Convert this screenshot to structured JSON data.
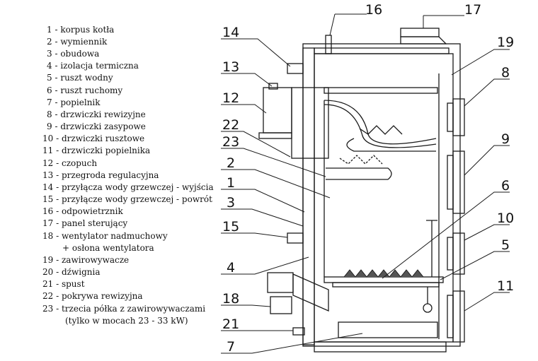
{
  "legend": {
    "items": [
      {
        "num": "1",
        "text": "korpus kotła"
      },
      {
        "num": "2",
        "text": "wymiennik"
      },
      {
        "num": "3",
        "text": "obudowa"
      },
      {
        "num": "4",
        "text": " izolacja termiczna"
      },
      {
        "num": "5",
        "text": "ruszt wodny"
      },
      {
        "num": "6",
        "text": "ruszt ruchomy"
      },
      {
        "num": "7",
        "text": "popielnik"
      },
      {
        "num": "8",
        "text": "drzwiczki rewizyjne"
      },
      {
        "num": "9",
        "text": "drzwiczki zasypowe"
      },
      {
        "num": "10",
        "text": "drzwiczki rusztowe"
      },
      {
        "num": "11",
        "text": "drzwiczki popielnika"
      },
      {
        "num": "12",
        "text": "czopuch"
      },
      {
        "num": "13",
        "text": "przegroda regulacyjna"
      },
      {
        "num": "14",
        "text": "przyłącza wody grzewczej - wyjścia"
      },
      {
        "num": "15",
        "text": "przyłącze wody grzewczej - powrót"
      },
      {
        "num": "16",
        "text": "odpowietrznik"
      },
      {
        "num": "17",
        "text": "panel sterujący"
      },
      {
        "num": "18",
        "text": "wentylator nadmuchowy"
      },
      {
        "num": "",
        "text": "+ osłona wentylatora"
      },
      {
        "num": "19",
        "text": "zawirowywacze"
      },
      {
        "num": "20",
        "text": "dźwignia"
      },
      {
        "num": "21",
        "text": "spust"
      },
      {
        "num": "22",
        "text": "pokrywa rewizyjna"
      },
      {
        "num": "23",
        "text": "trzecia półka z zawirowywaczami"
      },
      {
        "num": "",
        "text": "(tylko w mocach 23 - 33 kW)"
      }
    ]
  },
  "callouts": [
    "1",
    "2",
    "3",
    "4",
    "5",
    "6",
    "7",
    "8",
    "9",
    "10",
    "11",
    "12",
    "13",
    "14",
    "15",
    "16",
    "17",
    "18",
    "19",
    "21",
    "22",
    "23"
  ],
  "colors": {
    "line": "#1a1a1a",
    "fill": "#ffffff",
    "hatch": "#444444"
  }
}
